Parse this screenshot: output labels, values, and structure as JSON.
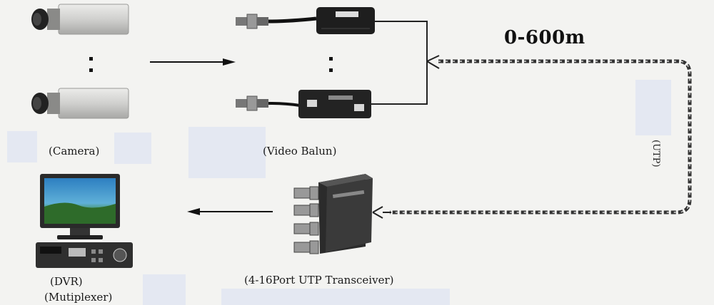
{
  "labels": {
    "camera": "(Camera)",
    "video_balun": "(Video Balun)",
    "distance": "0-600m",
    "utp": "(UTP)",
    "dvr": "(DVR)",
    "multiplexer": "(Mutiplexer)",
    "transceiver": "(4-16Port UTP Transceiver)"
  },
  "colors": {
    "background": "#f3f3f1",
    "cable": "#333333",
    "device_dark": "#1e1e1e",
    "camera_body": "#d6d6d4",
    "screen": "#3a8fc4"
  },
  "icons": [
    "camera-icon",
    "video-balun-icon",
    "utp-transceiver-icon",
    "monitor-icon",
    "dvr-icon",
    "arrow-right-icon",
    "arrow-left-icon",
    "twisted-pair-cable"
  ]
}
